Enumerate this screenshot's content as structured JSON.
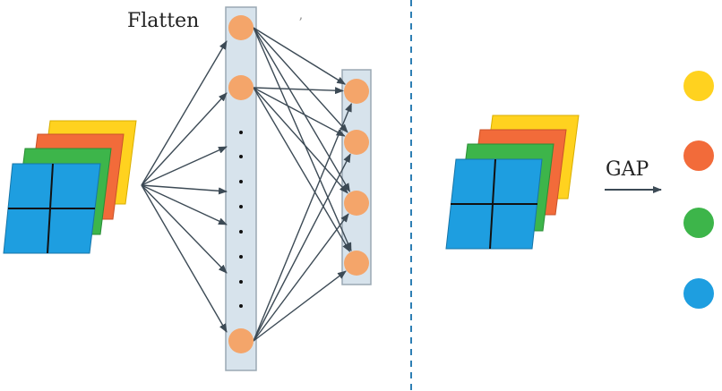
{
  "left_panel": {
    "flatten_label": "Flatten",
    "stray_mark": "ʼ"
  },
  "right_panel": {
    "gap_label": "GAP"
  },
  "colors": {
    "yellow": "#ffd21f",
    "orange": "#f26b3a",
    "green": "#3db54a",
    "blue": "#1e9ee0",
    "neuron": "#f4a56a",
    "column_fill": "#d7e3ec",
    "column_stroke": "#9aa8b3",
    "edge": "#3c4a55",
    "divider": "#2e7fb4"
  },
  "icons": {
    "feature_stack_left": "feature-map-stack-icon",
    "feature_stack_right": "feature-map-stack-icon",
    "gap_output": "colored-circle-icons"
  }
}
